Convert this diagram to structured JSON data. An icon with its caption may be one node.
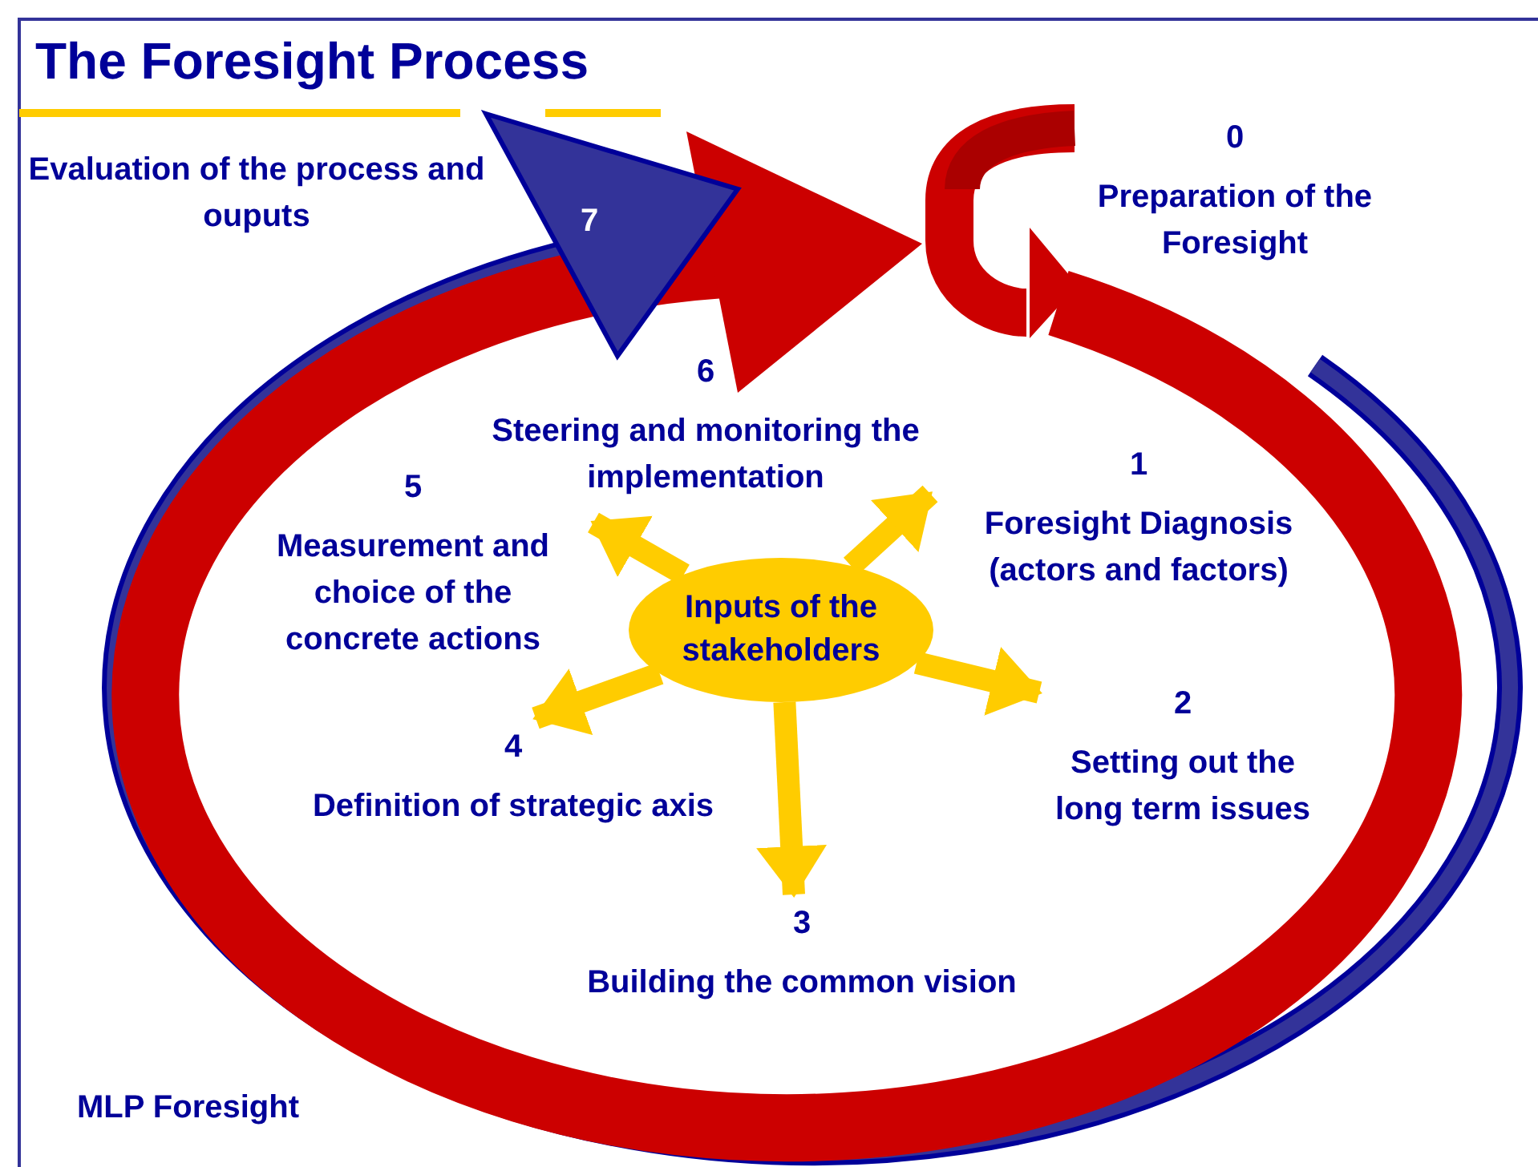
{
  "diagram": {
    "title": "The Foresight Process",
    "nodes": [
      {
        "text": [
          "Inputs of the stakeholders"
        ]
      },
      {
        "text": [
          "0",
          "Preparation of the Foresight"
        ]
      },
      {
        "text": [
          "1",
          "Foresight Diagnosis (actors and factors)"
        ]
      },
      {
        "text": [
          "2",
          "Setting out the long term issues"
        ]
      },
      {
        "text": [
          "3",
          "Building the common vision"
        ]
      },
      {
        "text": [
          "4",
          "Definition of strategic axis"
        ]
      },
      {
        "text": [
          "5",
          "Measurement and choice of the concrete actions"
        ]
      },
      {
        "text": [
          "6",
          "Steering and monitoring the implementation"
        ]
      },
      {
        "text": [
          "7"
        ],
        "beside": [
          "Evaluation of the process and ouputs"
        ]
      }
    ],
    "edges": [
      {
        "from": 0,
        "to": 2,
        "arrow": "to"
      },
      {
        "from": 0,
        "to": 3,
        "arrow": "to"
      },
      {
        "from": 0,
        "to": 4,
        "arrow": "to"
      },
      {
        "from": 0,
        "to": 5,
        "arrow": "to"
      },
      {
        "from": 0,
        "to": 6,
        "arrow": "to"
      }
    ],
    "labels": [
      "MLP Foresight"
    ]
  }
}
